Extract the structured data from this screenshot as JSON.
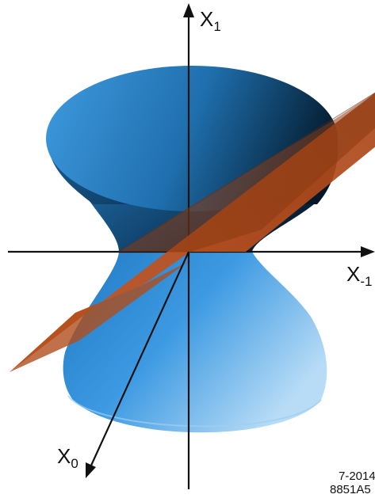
{
  "axes": {
    "vertical": {
      "letter": "X",
      "subscript": "1"
    },
    "horizontal": {
      "letter": "X",
      "subscript": "-1"
    },
    "oblique": {
      "letter": "X",
      "subscript": "0"
    }
  },
  "figure_code": {
    "line1": "7-2014",
    "line2": "8851A5"
  },
  "colors": {
    "hyperboloid_light": "#4aa6e6",
    "hyperboloid_dark": "#06243d",
    "plane": "#c8541e",
    "plane_edge": "#7a2e0c",
    "axis": "#111111"
  }
}
